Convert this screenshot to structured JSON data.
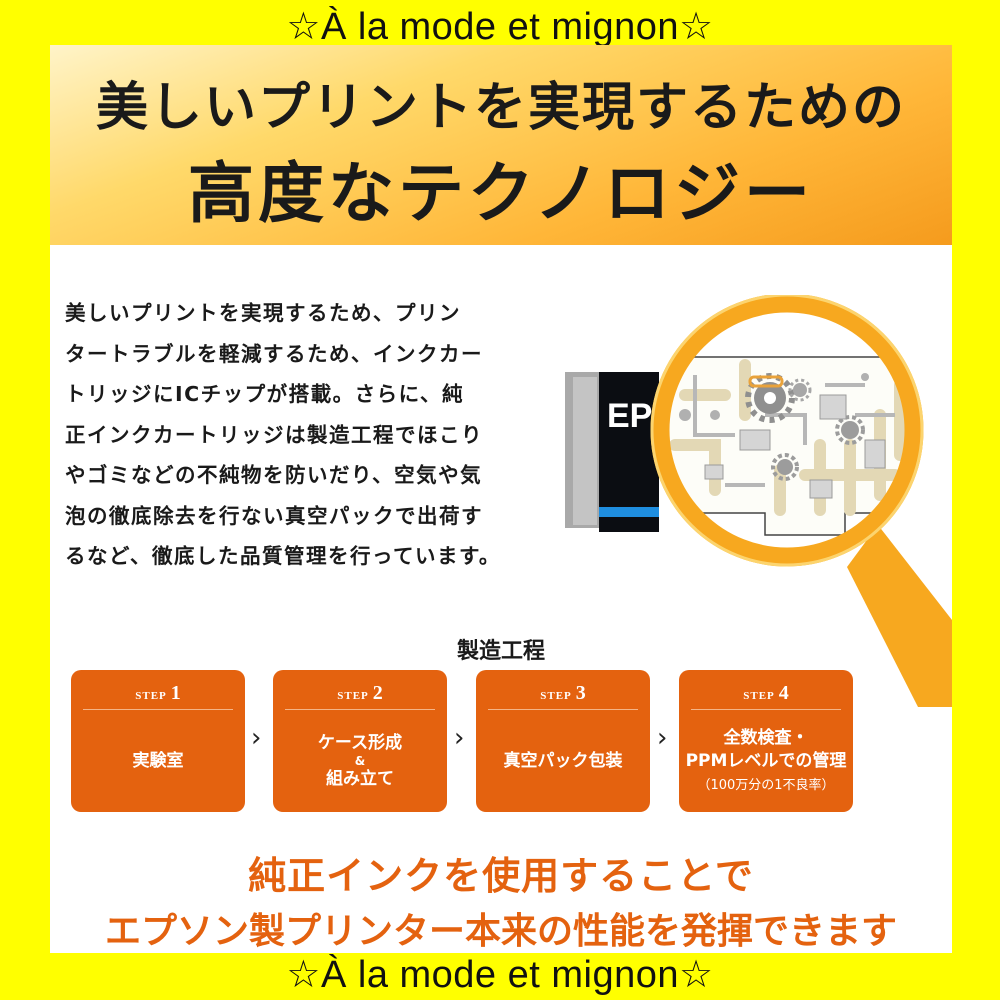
{
  "brand": {
    "top": "☆À la mode et mignon☆",
    "bottom": "☆À la mode et mignon☆"
  },
  "header": {
    "line1": "美しいプリントを実現するための",
    "line2": "高度なテクノロジー"
  },
  "body_lines": [
    "美しいプリントを実現するため、プリン",
    "タートラブルを軽減するため、インクカー",
    "トリッジにICチップが搭載。さらに、純",
    "正インクカートリッジは製造工程でほこり",
    "やゴミなどの不純物を防いだり、空気や気",
    "泡の徹底除去を行ない真空パックで出荷す",
    "るなど、徹底した品質管理を行っています。"
  ],
  "illustration": {
    "cartridge_label": "EP"
  },
  "process": {
    "label": "製造工程",
    "step_word": "STEP",
    "steps": [
      {
        "number": "1",
        "lines": [
          "実験室"
        ]
      },
      {
        "number": "2",
        "lines": [
          "ケース形成",
          "&",
          "組み立て"
        ]
      },
      {
        "number": "3",
        "lines": [
          "真空パック包装"
        ]
      },
      {
        "number": "4",
        "lines": [
          "全数検査・",
          "PPMレベルでの管理"
        ],
        "note": "（100万分の1不良率）"
      }
    ],
    "separator": "›"
  },
  "footer": {
    "line1": "純正インクを使用することで",
    "line2": "エプソン製プリンター本来の性能を発揮できます"
  },
  "colors": {
    "frame": "#ffff00",
    "accent": "#e4620f",
    "header_gradient_start": "#fff4c9",
    "header_gradient_end": "#f59b1d",
    "magnifier_ring": "#f7a81f"
  }
}
